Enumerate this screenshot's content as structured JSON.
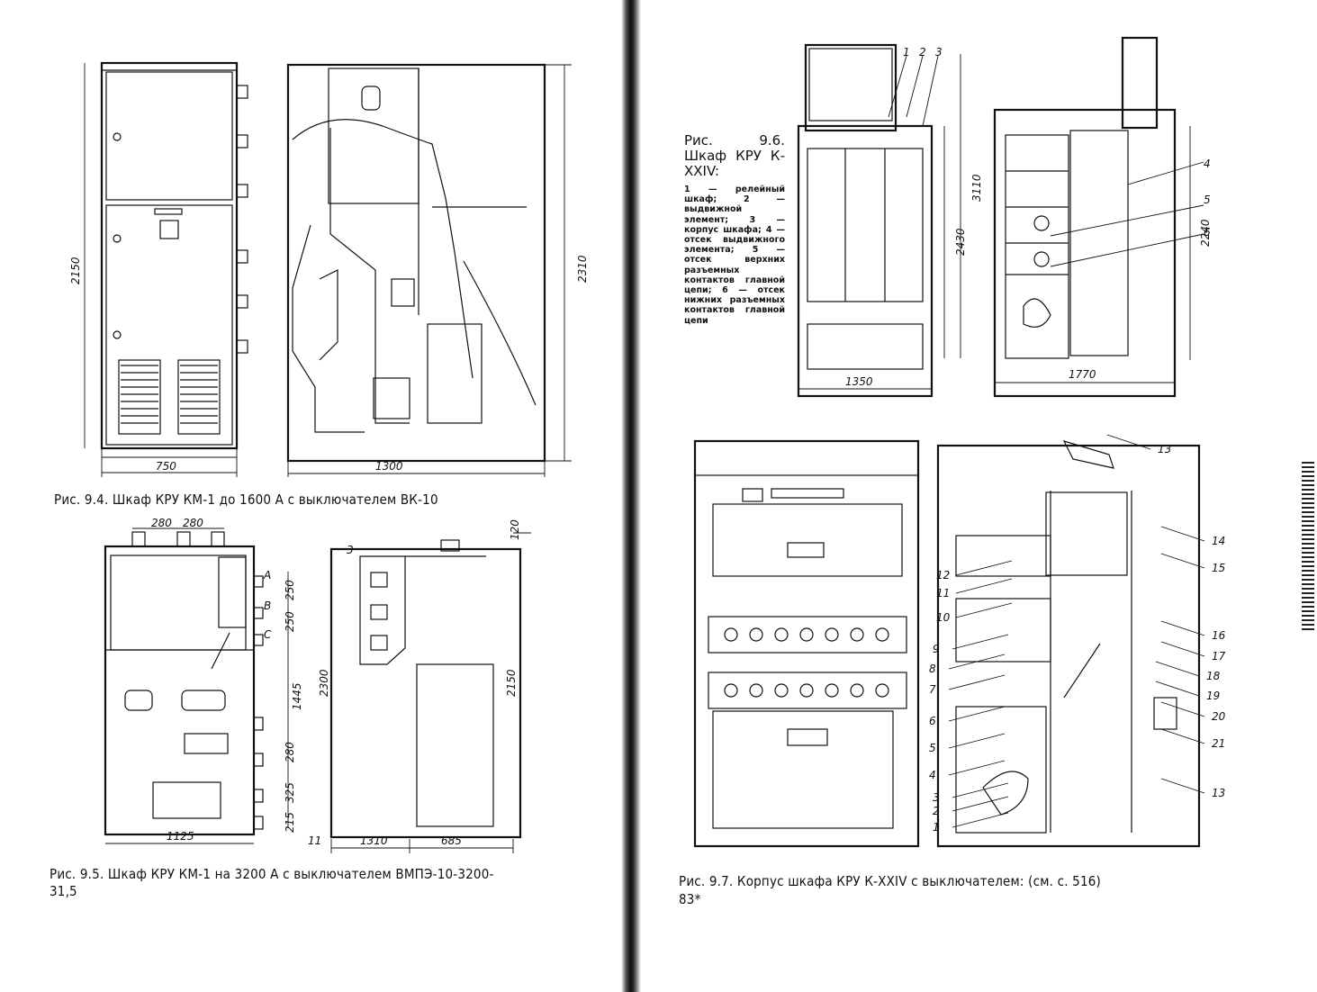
{
  "left_page": {
    "fig_9_4": {
      "caption": "Рис. 9.4. Шкаф КРУ КМ-1 до 1600 А с выключателем ВК-10",
      "dims": {
        "front_height": "2150",
        "front_width": "750",
        "side_height": "2310",
        "side_depth": "1300"
      }
    },
    "fig_9_5": {
      "caption_line1": "Рис. 9.5. Шкаф КРУ КМ-1 на 3200 А с выключателем ВМПЭ-10-3200-",
      "caption_line2": "31,5",
      "dims": {
        "top_left": "280",
        "top_right": "280",
        "pin_a": "А",
        "pin_b": "В",
        "pin_c": "С",
        "d250a": "250",
        "d250b": "250",
        "d1445": "1445",
        "d280": "280",
        "d325": "325",
        "d215": "215",
        "front_width": "1125",
        "side_height": "2300",
        "side_height2": "2150",
        "top_offset": "120",
        "side_left": "11",
        "side_depth": "1310",
        "side_rail": "685",
        "top_gap": "3"
      }
    }
  },
  "right_page": {
    "fig_9_6": {
      "title": "Рис. 9.6. Шкаф КРУ К-XXIV:",
      "legend": "1 — релейный шкаф; 2 — выдвижной элемент; 3 — корпус шкафа; 4 — отсек выдвижного элемента; 5 — отсек верхних разъемных контактов главной цепи; 6 — отсек нижних разъемных контактов главной цепи",
      "labels": {
        "c1": "1",
        "c2": "2",
        "c3": "3",
        "c4": "4",
        "c5": "5",
        "c6": "6"
      },
      "dims": {
        "front_width": "1350",
        "height_inner": "2430",
        "height_outer": "3110",
        "side_depth": "1770",
        "side_height": "2240"
      }
    },
    "fig_9_7": {
      "caption_line1": "Рис. 9.7. Корпус шкафа КРУ К-XXIV с выключателем: (см. с. 516)",
      "caption_line2": "83*",
      "callouts": [
        "1",
        "2",
        "3",
        "4",
        "5",
        "6",
        "7",
        "8",
        "9",
        "10",
        "11",
        "12",
        "13",
        "14",
        "15",
        "16",
        "17",
        "18",
        "19",
        "20",
        "21",
        "13"
      ]
    }
  }
}
